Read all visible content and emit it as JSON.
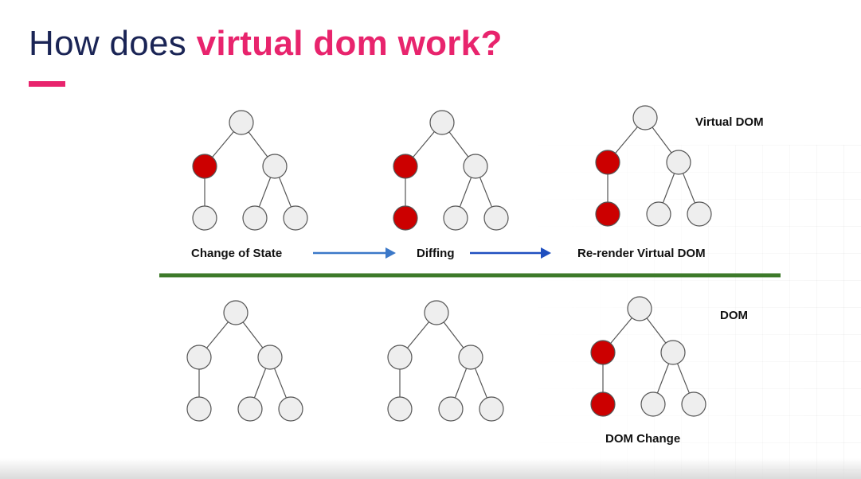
{
  "title": {
    "normal": "How does ",
    "accent": "virtual dom work?"
  },
  "labels": {
    "virtual_dom": "Virtual DOM",
    "dom": "DOM",
    "change_of_state": "Change of State",
    "diffing": "Diffing",
    "rerender": "Re-render Virtual DOM",
    "dom_change": "DOM Change"
  },
  "colors": {
    "title_dark": "#1a2455",
    "accent": "#e8246d",
    "node_default": "#eeeeee",
    "node_changed": "#cc0000",
    "divider": "#3d7a2a",
    "arrow1": "#3b78c8",
    "arrow2": "#1f4fbf"
  },
  "trees": [
    {
      "section": "virtual-dom",
      "step": "change-of-state",
      "changed": [
        "left"
      ]
    },
    {
      "section": "virtual-dom",
      "step": "diffing",
      "changed": [
        "left",
        "left-child"
      ]
    },
    {
      "section": "virtual-dom",
      "step": "re-render",
      "changed": [
        "left",
        "left-child"
      ]
    },
    {
      "section": "dom",
      "step": "change-of-state",
      "changed": []
    },
    {
      "section": "dom",
      "step": "diffing",
      "changed": []
    },
    {
      "section": "dom",
      "step": "dom-change",
      "changed": [
        "left",
        "left-child"
      ]
    }
  ]
}
